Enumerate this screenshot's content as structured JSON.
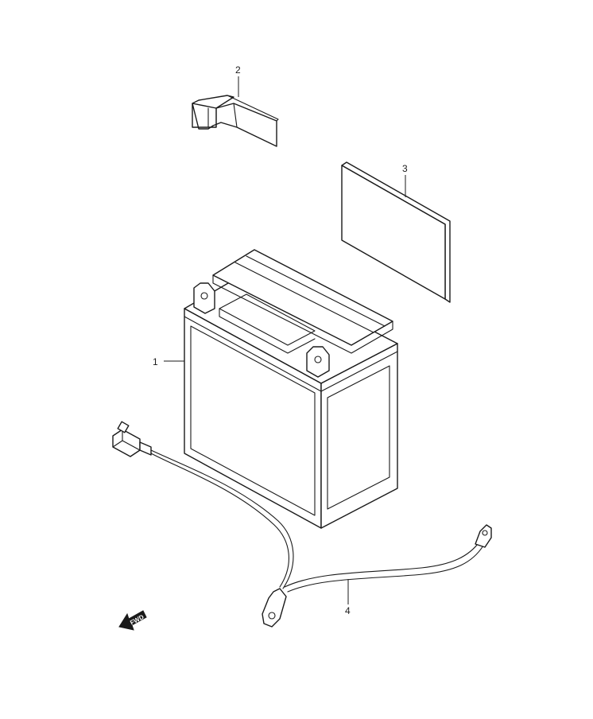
{
  "callouts": [
    {
      "number": "1"
    },
    {
      "number": "2"
    },
    {
      "number": "3"
    },
    {
      "number": "4"
    }
  ],
  "fwd_label": "FWD"
}
